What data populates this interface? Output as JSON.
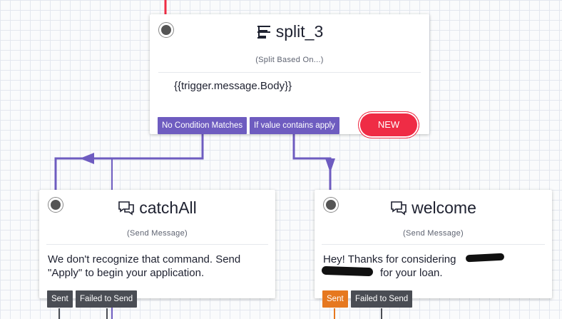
{
  "colors": {
    "wire": "#6e5cc0",
    "incoming_wire": "#ef2c45",
    "new_button": "#ef2c45",
    "sent_active": "#e6781f",
    "tag_dark": "#4a4d54"
  },
  "split_widget": {
    "icon": "split-icon",
    "title": "split_3",
    "subtitle": "(Split Based On...)",
    "body": "{{trigger.message.Body}}",
    "transitions": [
      "No Condition Matches",
      "If value contains apply"
    ],
    "new_button": "NEW"
  },
  "catchall_widget": {
    "icon": "message-icon",
    "title": "catchAll",
    "subtitle": "(Send Message)",
    "body_line1": "We don't recognize that command. Send",
    "body_line2": "\"Apply\" to begin your application.",
    "transitions": [
      "Sent",
      "Failed to Send"
    ]
  },
  "welcome_widget": {
    "icon": "message-icon",
    "title": "welcome",
    "subtitle": "(Send Message)",
    "body_line1": "Hey! Thanks for considering",
    "body_line2": "for your loan.",
    "transitions": [
      "Sent",
      "Failed to Send"
    ]
  }
}
